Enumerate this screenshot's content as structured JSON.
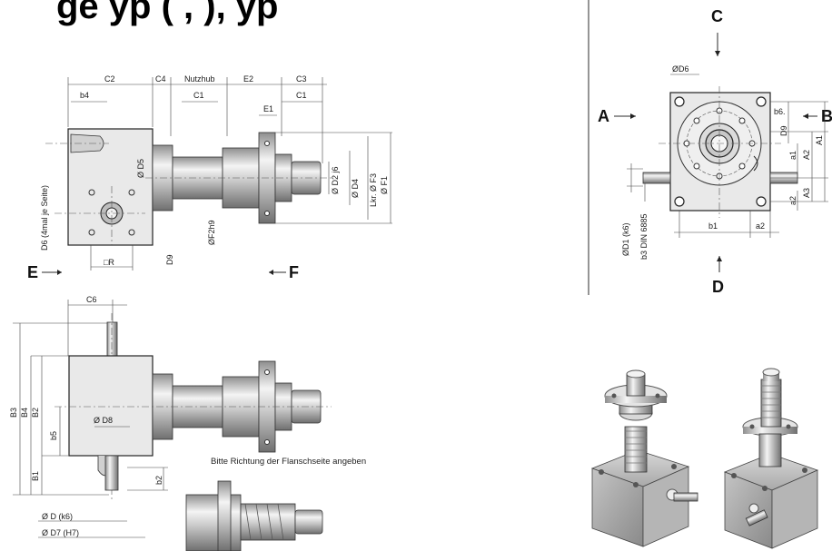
{
  "header": {
    "title_fragment": "ge   yp    ( ,  ), yp"
  },
  "view_labels": {
    "a": "A",
    "b": "B",
    "c": "C",
    "d": "D",
    "e": "E",
    "f": "F"
  },
  "front_view": {
    "dims": {
      "c2": "C2",
      "c4": "C4",
      "nutzhub": "Nutzhub",
      "e2": "E2",
      "c3": "C3",
      "c1_left": "C1",
      "c1_right": "C1",
      "b4": "b4",
      "e1": "E1",
      "d5": "Ø D5",
      "d2": "Ø D2 j6",
      "d4": "Ø D4",
      "f3": "Lkr. Ø F3",
      "f1": "Ø F1",
      "f2": "ØF2h9",
      "d9": "D9",
      "r": "□R",
      "d6_side": "D6  (4mal je Seite)"
    }
  },
  "side_view": {
    "dims": {
      "c6": "C6",
      "b3": "B3",
      "b4": "B4",
      "b2": "B2",
      "b5": "b5",
      "b1": "B1",
      "d8": "Ø D8",
      "b2_small": "b2",
      "d_k6": "Ø D (k6)",
      "d7_h7": "Ø D7 (H7)"
    },
    "note": "Bitte Richtung der Flanschseite angeben"
  },
  "top_view": {
    "dims": {
      "d6": "ØD6",
      "b6": "b6.",
      "d9": "D9",
      "a1_small": "a1",
      "a2": "A2",
      "a1": "A1",
      "a3": "A3",
      "a2_small": "a2",
      "b1": "b1",
      "a2_bottom": "a2",
      "d1": "ØD1 (k6)",
      "b3": "b3  DIN 6885"
    }
  },
  "iso_views": {
    "count": 2
  }
}
